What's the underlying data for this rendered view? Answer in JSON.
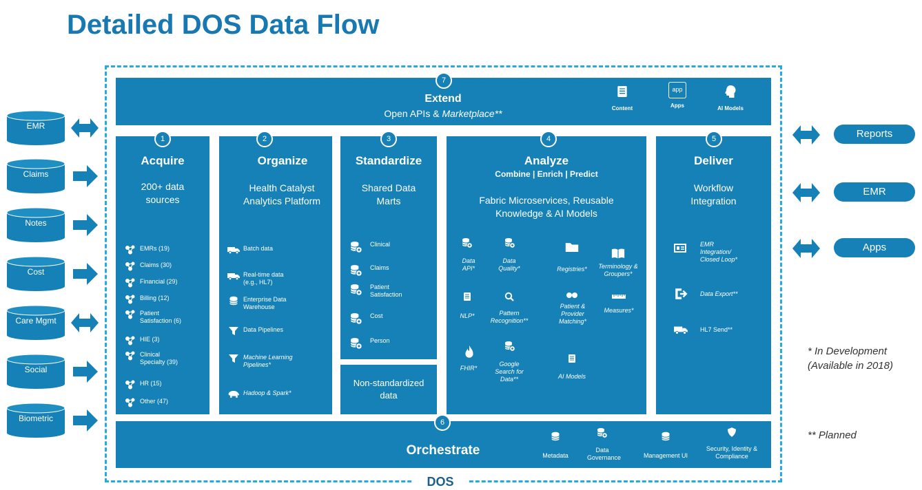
{
  "title": "Detailed DOS Data Flow",
  "colors": {
    "primary": "#1581b6",
    "title": "#1879b2",
    "dashed_border": "#29a9de"
  },
  "dos_label": "DOS",
  "extend": {
    "badge": "7",
    "title": "Extend",
    "subtitle_prefix": "Open APIs & ",
    "subtitle_italic": "Marketplace**",
    "icons": [
      {
        "icon": "document-icon",
        "label": "Content"
      },
      {
        "icon": "app-icon",
        "icon_text": "app",
        "label": "Apps"
      },
      {
        "icon": "ai-head-icon",
        "label": "AI Models"
      }
    ]
  },
  "acquire": {
    "badge": "1",
    "title": "Acquire",
    "subtitle": "200+ data sources",
    "items": [
      "EMRs (19)",
      "Claims (30)",
      "Financial (29)",
      "Billing (12)",
      "Patient Satisfaction (6)",
      "HIE (3)",
      "Clinical Specialty (39)",
      "HR (15)",
      "Other (47)"
    ]
  },
  "organize": {
    "badge": "2",
    "title": "Organize",
    "subtitle": "Health Catalyst Analytics Platform",
    "items": [
      {
        "label": "Batch data",
        "italic": false
      },
      {
        "label": "Real-time data (e.g., HL7)",
        "italic": false
      },
      {
        "label": "Enterprise Data Warehouse",
        "italic": false
      },
      {
        "label": "Data Pipelines",
        "italic": false
      },
      {
        "label": "Machine Learning Pipelines*",
        "italic": true
      },
      {
        "label": "Hadoop  & Spark*",
        "italic": true
      }
    ]
  },
  "standardize": {
    "badge": "3",
    "title": "Standardize",
    "subtitle": "Shared Data Marts",
    "items": [
      "Clinical",
      "Claims",
      "Patient Satisfaction",
      "Cost",
      "Person"
    ]
  },
  "non_standardized": "Non-standardized data",
  "analyze": {
    "badge": "4",
    "title": "Analyze",
    "tagline": "Combine | Enrich | Predict",
    "subtitle": "Fabric Microservices, Reusable Knowledge & AI Models",
    "items": [
      "Data API*",
      "Data Quality*",
      "Registries*",
      "Terminology & Groupers*",
      "NLP*",
      "Pattern Recognition**",
      "Patient & Provider Matching*",
      "Measures*",
      "FHIR*",
      "Google Search for Data**",
      "AI Models"
    ]
  },
  "deliver": {
    "badge": "5",
    "title": "Deliver",
    "subtitle": "Workflow Integration",
    "items": [
      "EMR Integration/ Closed Loop*",
      "Data Export**",
      "HL7 Send**"
    ]
  },
  "orchestrate": {
    "badge": "6",
    "title": "Orchestrate",
    "items": [
      "Metadata",
      "Data Governance",
      "Management UI",
      "Security, Identity & Compliance"
    ]
  },
  "sources": [
    "EMR",
    "Claims",
    "Notes",
    "Cost",
    "Care Mgmt",
    "Social",
    "Biometric"
  ],
  "outputs": [
    "Reports",
    "EMR",
    "Apps"
  ],
  "notes": {
    "in_development": "* In Development (Available in 2018)",
    "planned": "** Planned"
  }
}
